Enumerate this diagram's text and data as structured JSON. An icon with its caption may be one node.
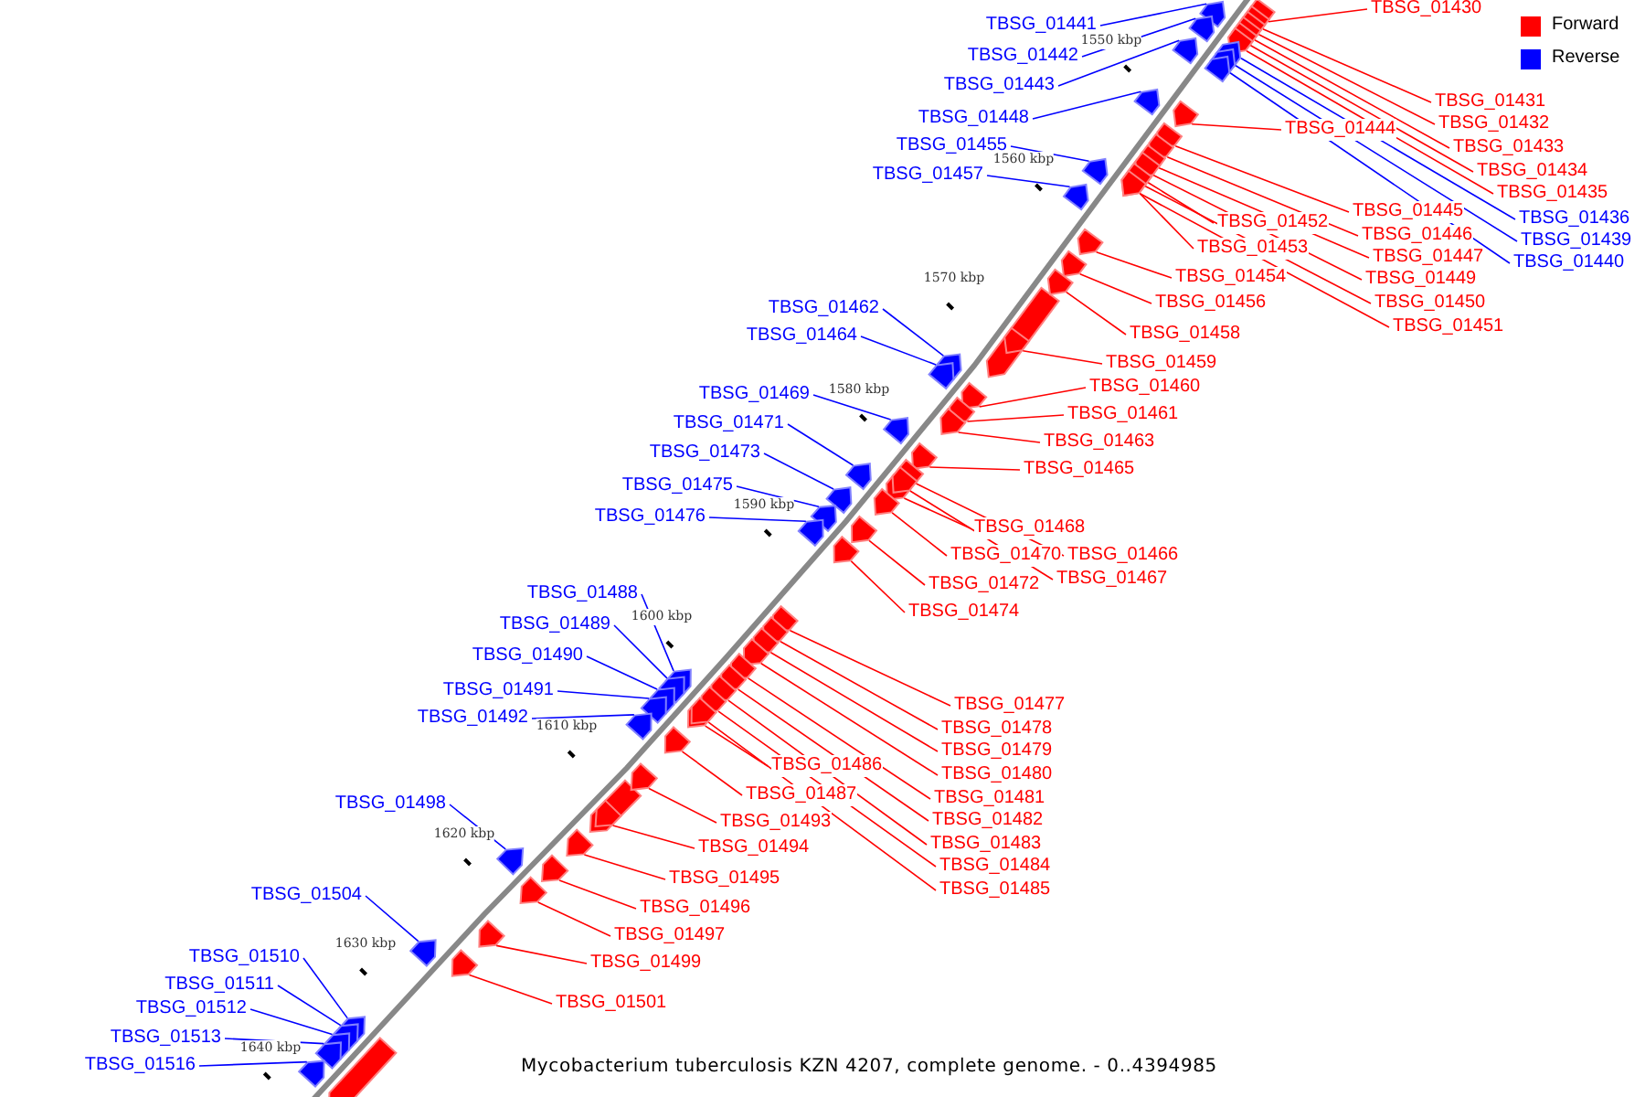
{
  "diagram": {
    "caption": "Mycobacterium tuberculosis KZN 4207, complete genome. - 0..4394985",
    "nodes": [
      {
        "text": [
          "TBSG_01430"
        ]
      },
      {
        "text": [
          "TBSG_01441"
        ]
      },
      {
        "text": [
          "TBSG_01442"
        ]
      },
      {
        "text": [
          "TBSG_01443"
        ]
      },
      {
        "text": [
          "TBSG_01431"
        ]
      },
      {
        "text": [
          "TBSG_01448"
        ]
      },
      {
        "text": [
          "TBSG_01432"
        ]
      },
      {
        "text": [
          "TBSG_01444"
        ]
      },
      {
        "text": [
          "TBSG_01455"
        ]
      },
      {
        "text": [
          "TBSG_01433"
        ]
      },
      {
        "text": [
          "TBSG_01434"
        ]
      },
      {
        "text": [
          "TBSG_01457"
        ]
      },
      {
        "text": [
          "TBSG_01435"
        ]
      },
      {
        "text": [
          "TBSG_01445"
        ]
      },
      {
        "text": [
          "TBSG_01436"
        ]
      },
      {
        "text": [
          "TBSG_01452"
        ]
      },
      {
        "text": [
          "TBSG_01446"
        ]
      },
      {
        "text": [
          "TBSG_01439"
        ]
      },
      {
        "text": [
          "TBSG_01453"
        ]
      },
      {
        "text": [
          "TBSG_01447"
        ]
      },
      {
        "text": [
          "TBSG_01440"
        ]
      },
      {
        "text": [
          "TBSG_01449"
        ]
      },
      {
        "text": [
          "TBSG_01454"
        ]
      },
      {
        "text": [
          "TBSG_01450"
        ]
      },
      {
        "text": [
          "TBSG_01456"
        ]
      },
      {
        "text": [
          "TBSG_01462"
        ]
      },
      {
        "text": [
          "TBSG_01451"
        ]
      },
      {
        "text": [
          "TBSG_01458"
        ]
      },
      {
        "text": [
          "TBSG_01464"
        ]
      },
      {
        "text": [
          "TBSG_01459"
        ]
      },
      {
        "text": [
          "TBSG_01460"
        ]
      },
      {
        "text": [
          "TBSG_01469"
        ]
      },
      {
        "text": [
          "TBSG_01461"
        ]
      },
      {
        "text": [
          "TBSG_01471"
        ]
      },
      {
        "text": [
          "TBSG_01463"
        ]
      },
      {
        "text": [
          "TBSG_01473"
        ]
      },
      {
        "text": [
          "TBSG_01465"
        ]
      },
      {
        "text": [
          "TBSG_01475"
        ]
      },
      {
        "text": [
          "TBSG_01476"
        ]
      },
      {
        "text": [
          "TBSG_01468"
        ]
      },
      {
        "text": [
          "TBSG_01470"
        ]
      },
      {
        "text": [
          "TBSG_01466"
        ]
      },
      {
        "text": [
          "TBSG_01467"
        ]
      },
      {
        "text": [
          "TBSG_01472"
        ]
      },
      {
        "text": [
          "TBSG_01488"
        ]
      },
      {
        "text": [
          "TBSG_01474"
        ]
      },
      {
        "text": [
          "TBSG_01489"
        ]
      },
      {
        "text": [
          "TBSG_01490"
        ]
      },
      {
        "text": [
          "TBSG_01491"
        ]
      },
      {
        "text": [
          "TBSG_01477"
        ]
      },
      {
        "text": [
          "TBSG_01492"
        ]
      },
      {
        "text": [
          "TBSG_01478"
        ]
      },
      {
        "text": [
          "TBSG_01479"
        ]
      },
      {
        "text": [
          "TBSG_01486"
        ]
      },
      {
        "text": [
          "TBSG_01480"
        ]
      },
      {
        "text": [
          "TBSG_01487"
        ]
      },
      {
        "text": [
          "TBSG_01481"
        ]
      },
      {
        "text": [
          "TBSG_01498"
        ]
      },
      {
        "text": [
          "TBSG_01482"
        ]
      },
      {
        "text": [
          "TBSG_01493"
        ]
      },
      {
        "text": [
          "TBSG_01483"
        ]
      },
      {
        "text": [
          "TBSG_01494"
        ]
      },
      {
        "text": [
          "TBSG_01484"
        ]
      },
      {
        "text": [
          "TBSG_01495"
        ]
      },
      {
        "text": [
          "TBSG_01485"
        ]
      },
      {
        "text": [
          "TBSG_01504"
        ]
      },
      {
        "text": [
          "TBSG_01496"
        ]
      },
      {
        "text": [
          "TBSG_01497"
        ]
      },
      {
        "text": [
          "TBSG_01510"
        ]
      },
      {
        "text": [
          "TBSG_01499"
        ]
      },
      {
        "text": [
          "TBSG_01511"
        ]
      },
      {
        "text": [
          "TBSG_01501"
        ]
      },
      {
        "text": [
          "TBSG_01512"
        ]
      },
      {
        "text": [
          "TBSG_01513"
        ]
      },
      {
        "text": [
          "TBSG_01516"
        ]
      },
      {
        "text": [],
        "shape": "arrow"
      },
      {
        "text": [],
        "shape": "arrow"
      },
      {
        "text": [],
        "shape": "arrow"
      },
      {
        "text": [],
        "shape": "arrow"
      },
      {
        "text": [],
        "shape": "arrow"
      },
      {
        "text": [],
        "shape": "arrow"
      },
      {
        "text": [],
        "shape": "arrow"
      },
      {
        "text": [],
        "shape": "arrow"
      },
      {
        "text": [],
        "shape": "arrow"
      },
      {
        "text": [],
        "shape": "arrow"
      },
      {
        "text": [],
        "shape": "arrow"
      },
      {
        "text": [],
        "shape": "arrow"
      },
      {
        "text": [],
        "shape": "arrow"
      },
      {
        "text": [],
        "shape": "arrow"
      },
      {
        "text": [],
        "shape": "arrow"
      },
      {
        "text": [],
        "shape": "arrow"
      },
      {
        "text": [],
        "shape": "arrow"
      },
      {
        "text": [],
        "shape": "arrow"
      },
      {
        "text": [],
        "shape": "arrow"
      },
      {
        "text": [],
        "shape": "arrow"
      },
      {
        "text": [],
        "shape": "arrow"
      },
      {
        "text": [],
        "shape": "arrow"
      },
      {
        "text": [],
        "shape": "arrow"
      },
      {
        "text": [],
        "shape": "arrow"
      },
      {
        "text": [],
        "shape": "arrow"
      },
      {
        "text": [],
        "shape": "arrow"
      },
      {
        "text": [],
        "shape": "arrow"
      },
      {
        "text": [],
        "shape": "arrow"
      },
      {
        "text": [],
        "shape": "arrow"
      },
      {
        "text": [],
        "shape": "arrow"
      },
      {
        "text": [],
        "shape": "arrow"
      },
      {
        "text": [],
        "shape": "arrow"
      },
      {
        "text": [],
        "shape": "arrow"
      },
      {
        "text": [],
        "shape": "arrow"
      },
      {
        "text": [],
        "shape": "arrow"
      },
      {
        "text": [],
        "shape": "arrow"
      },
      {
        "text": [],
        "shape": "arrow"
      },
      {
        "text": [],
        "shape": "arrow"
      },
      {
        "text": [],
        "shape": "arrow"
      },
      {
        "text": [],
        "shape": "arrow"
      },
      {
        "text": [],
        "shape": "arrow"
      },
      {
        "text": [],
        "shape": "arrow"
      },
      {
        "text": [],
        "shape": "arrow"
      },
      {
        "text": [],
        "shape": "arrow"
      },
      {
        "text": [],
        "shape": "arrow"
      },
      {
        "text": [],
        "shape": "arrow"
      },
      {
        "text": [],
        "shape": "arrow"
      },
      {
        "text": [],
        "shape": "arrow"
      },
      {
        "text": [],
        "shape": "arrow"
      },
      {
        "text": [],
        "shape": "arrow"
      },
      {
        "text": [],
        "shape": "arrow"
      },
      {
        "text": [],
        "shape": "arrow"
      },
      {
        "text": [],
        "shape": "arrow"
      },
      {
        "text": [],
        "shape": "arrow"
      },
      {
        "text": [],
        "shape": "arrow"
      },
      {
        "text": [],
        "shape": "arrow"
      },
      {
        "text": [],
        "shape": "arrow"
      },
      {
        "text": [],
        "shape": "arrow"
      },
      {
        "text": [],
        "shape": "arrow"
      },
      {
        "text": [],
        "shape": "arrow"
      },
      {
        "text": [],
        "shape": "arrow"
      },
      {
        "text": [],
        "shape": "arrow"
      },
      {
        "text": [],
        "shape": "arrow"
      },
      {
        "text": [],
        "shape": "arrow"
      },
      {
        "text": [],
        "shape": "arrow"
      },
      {
        "text": [],
        "shape": "arrow"
      },
      {
        "text": [],
        "shape": "arrow"
      },
      {
        "text": [],
        "shape": "arrow"
      },
      {
        "text": [],
        "shape": "arrow"
      },
      {
        "text": [],
        "shape": "arrow"
      },
      {
        "text": [],
        "shape": "arrow"
      },
      {
        "text": [],
        "shape": "arrow"
      },
      {
        "text": [],
        "shape": "arrow"
      },
      {
        "text": [],
        "shape": "arrow"
      },
      {
        "text": [],
        "shape": "arrow"
      }
    ],
    "edges": [
      {
        "from": 0,
        "to": 75,
        "arrow": "none"
      },
      {
        "from": 1,
        "to": 76,
        "arrow": "none",
        "color": "#0000ff"
      },
      {
        "from": 2,
        "to": 77,
        "arrow": "none",
        "color": "#0000ff"
      },
      {
        "from": 3,
        "to": 78,
        "arrow": "none",
        "color": "#0000ff"
      },
      {
        "from": 4,
        "to": 79,
        "arrow": "none"
      },
      {
        "from": 5,
        "to": 80,
        "arrow": "none",
        "color": "#0000ff"
      },
      {
        "from": 6,
        "to": 81,
        "arrow": "none"
      },
      {
        "from": 7,
        "to": 82,
        "arrow": "none"
      },
      {
        "from": 8,
        "to": 83,
        "arrow": "none",
        "color": "#0000ff"
      },
      {
        "from": 9,
        "to": 84,
        "arrow": "none"
      },
      {
        "from": 10,
        "to": 85,
        "arrow": "none"
      },
      {
        "from": 11,
        "to": 86,
        "arrow": "none",
        "color": "#0000ff"
      },
      {
        "from": 12,
        "to": 87,
        "arrow": "none"
      },
      {
        "from": 13,
        "to": 88,
        "arrow": "none"
      },
      {
        "from": 14,
        "to": 89,
        "arrow": "none",
        "color": "#0000ff"
      },
      {
        "from": 15,
        "to": 90,
        "arrow": "none"
      },
      {
        "from": 16,
        "to": 91,
        "arrow": "none"
      },
      {
        "from": 17,
        "to": 92,
        "arrow": "none",
        "color": "#0000ff"
      },
      {
        "from": 18,
        "to": 93,
        "arrow": "none"
      },
      {
        "from": 19,
        "to": 94,
        "arrow": "none"
      },
      {
        "from": 20,
        "to": 95,
        "arrow": "none",
        "color": "#0000ff"
      },
      {
        "from": 21,
        "to": 96,
        "arrow": "none"
      },
      {
        "from": 22,
        "to": 97,
        "arrow": "none"
      },
      {
        "from": 23,
        "to": 98,
        "arrow": "none"
      },
      {
        "from": 24,
        "to": 99,
        "arrow": "none"
      },
      {
        "from": 25,
        "to": 100,
        "arrow": "none",
        "color": "#0000ff"
      },
      {
        "from": 26,
        "to": 101,
        "arrow": "none"
      },
      {
        "from": 27,
        "to": 102,
        "arrow": "none"
      },
      {
        "from": 28,
        "to": 103,
        "arrow": "none",
        "color": "#0000ff"
      },
      {
        "from": 29,
        "to": 104,
        "arrow": "none"
      },
      {
        "from": 30,
        "to": 105,
        "arrow": "none"
      },
      {
        "from": 31,
        "to": 106,
        "arrow": "none",
        "color": "#0000ff"
      },
      {
        "from": 32,
        "to": 107,
        "arrow": "none"
      },
      {
        "from": 33,
        "to": 108,
        "arrow": "none",
        "color": "#0000ff"
      },
      {
        "from": 34,
        "to": 109,
        "arrow": "none"
      },
      {
        "from": 35,
        "to": 110,
        "arrow": "none",
        "color": "#0000ff"
      },
      {
        "from": 36,
        "to": 111,
        "arrow": "none"
      },
      {
        "from": 37,
        "to": 112,
        "arrow": "none",
        "color": "#0000ff"
      },
      {
        "from": 38,
        "to": 113,
        "arrow": "none",
        "color": "#0000ff"
      },
      {
        "from": 39,
        "to": 114,
        "arrow": "none"
      },
      {
        "from": 40,
        "to": 115,
        "arrow": "none"
      },
      {
        "from": 41,
        "to": 116,
        "arrow": "none"
      },
      {
        "from": 42,
        "to": 117,
        "arrow": "none"
      },
      {
        "from": 43,
        "to": 118,
        "arrow": "none"
      },
      {
        "from": 44,
        "to": 119,
        "arrow": "none",
        "color": "#0000ff"
      },
      {
        "from": 45,
        "to": 120,
        "arrow": "none"
      },
      {
        "from": 46,
        "to": 121,
        "arrow": "none",
        "color": "#0000ff"
      },
      {
        "from": 47,
        "to": 122,
        "arrow": "none",
        "color": "#0000ff"
      },
      {
        "from": 48,
        "to": 123,
        "arrow": "none",
        "color": "#0000ff"
      },
      {
        "from": 49,
        "to": 124,
        "arrow": "none"
      },
      {
        "from": 50,
        "to": 125,
        "arrow": "none",
        "color": "#0000ff"
      },
      {
        "from": 51,
        "to": 126,
        "arrow": "none"
      },
      {
        "from": 52,
        "to": 127,
        "arrow": "none"
      },
      {
        "from": 53,
        "to": 128,
        "arrow": "none"
      },
      {
        "from": 54,
        "to": 129,
        "arrow": "none"
      },
      {
        "from": 55,
        "to": 130,
        "arrow": "none"
      },
      {
        "from": 56,
        "to": 131,
        "arrow": "none"
      },
      {
        "from": 57,
        "to": 132,
        "arrow": "none",
        "color": "#0000ff"
      },
      {
        "from": 58,
        "to": 133,
        "arrow": "none"
      },
      {
        "from": 59,
        "to": 134,
        "arrow": "none"
      },
      {
        "from": 60,
        "to": 135,
        "arrow": "none"
      },
      {
        "from": 61,
        "to": 136,
        "arrow": "none"
      },
      {
        "from": 62,
        "to": 137,
        "arrow": "none"
      },
      {
        "from": 63,
        "to": 138,
        "arrow": "none"
      },
      {
        "from": 64,
        "to": 139,
        "arrow": "none"
      },
      {
        "from": 65,
        "to": 140,
        "arrow": "none",
        "color": "#0000ff"
      },
      {
        "from": 66,
        "to": 141,
        "arrow": "none"
      },
      {
        "from": 67,
        "to": 142,
        "arrow": "none"
      },
      {
        "from": 68,
        "to": 143,
        "arrow": "none",
        "color": "#0000ff"
      },
      {
        "from": 69,
        "to": 144,
        "arrow": "none"
      },
      {
        "from": 70,
        "to": 145,
        "arrow": "none",
        "color": "#0000ff"
      },
      {
        "from": 71,
        "to": 146,
        "arrow": "none"
      },
      {
        "from": 72,
        "to": 147,
        "arrow": "none",
        "color": "#0000ff"
      },
      {
        "from": 73,
        "to": 148,
        "arrow": "none",
        "color": "#0000ff"
      },
      {
        "from": 74,
        "to": 149,
        "arrow": "none",
        "color": "#0000ff"
      }
    ],
    "labels": [
      "1550 kbp",
      "1560 kbp",
      "1570 kbp",
      "1580 kbp",
      "1590 kbp",
      "1600 kbp",
      "1610 kbp",
      "1620 kbp",
      "1630 kbp",
      "1640 kbp"
    ],
    "legend": [
      {
        "text": "Forward",
        "color": "#ff0000"
      },
      {
        "text": "Reverse",
        "color": "#0000ff"
      }
    ]
  }
}
